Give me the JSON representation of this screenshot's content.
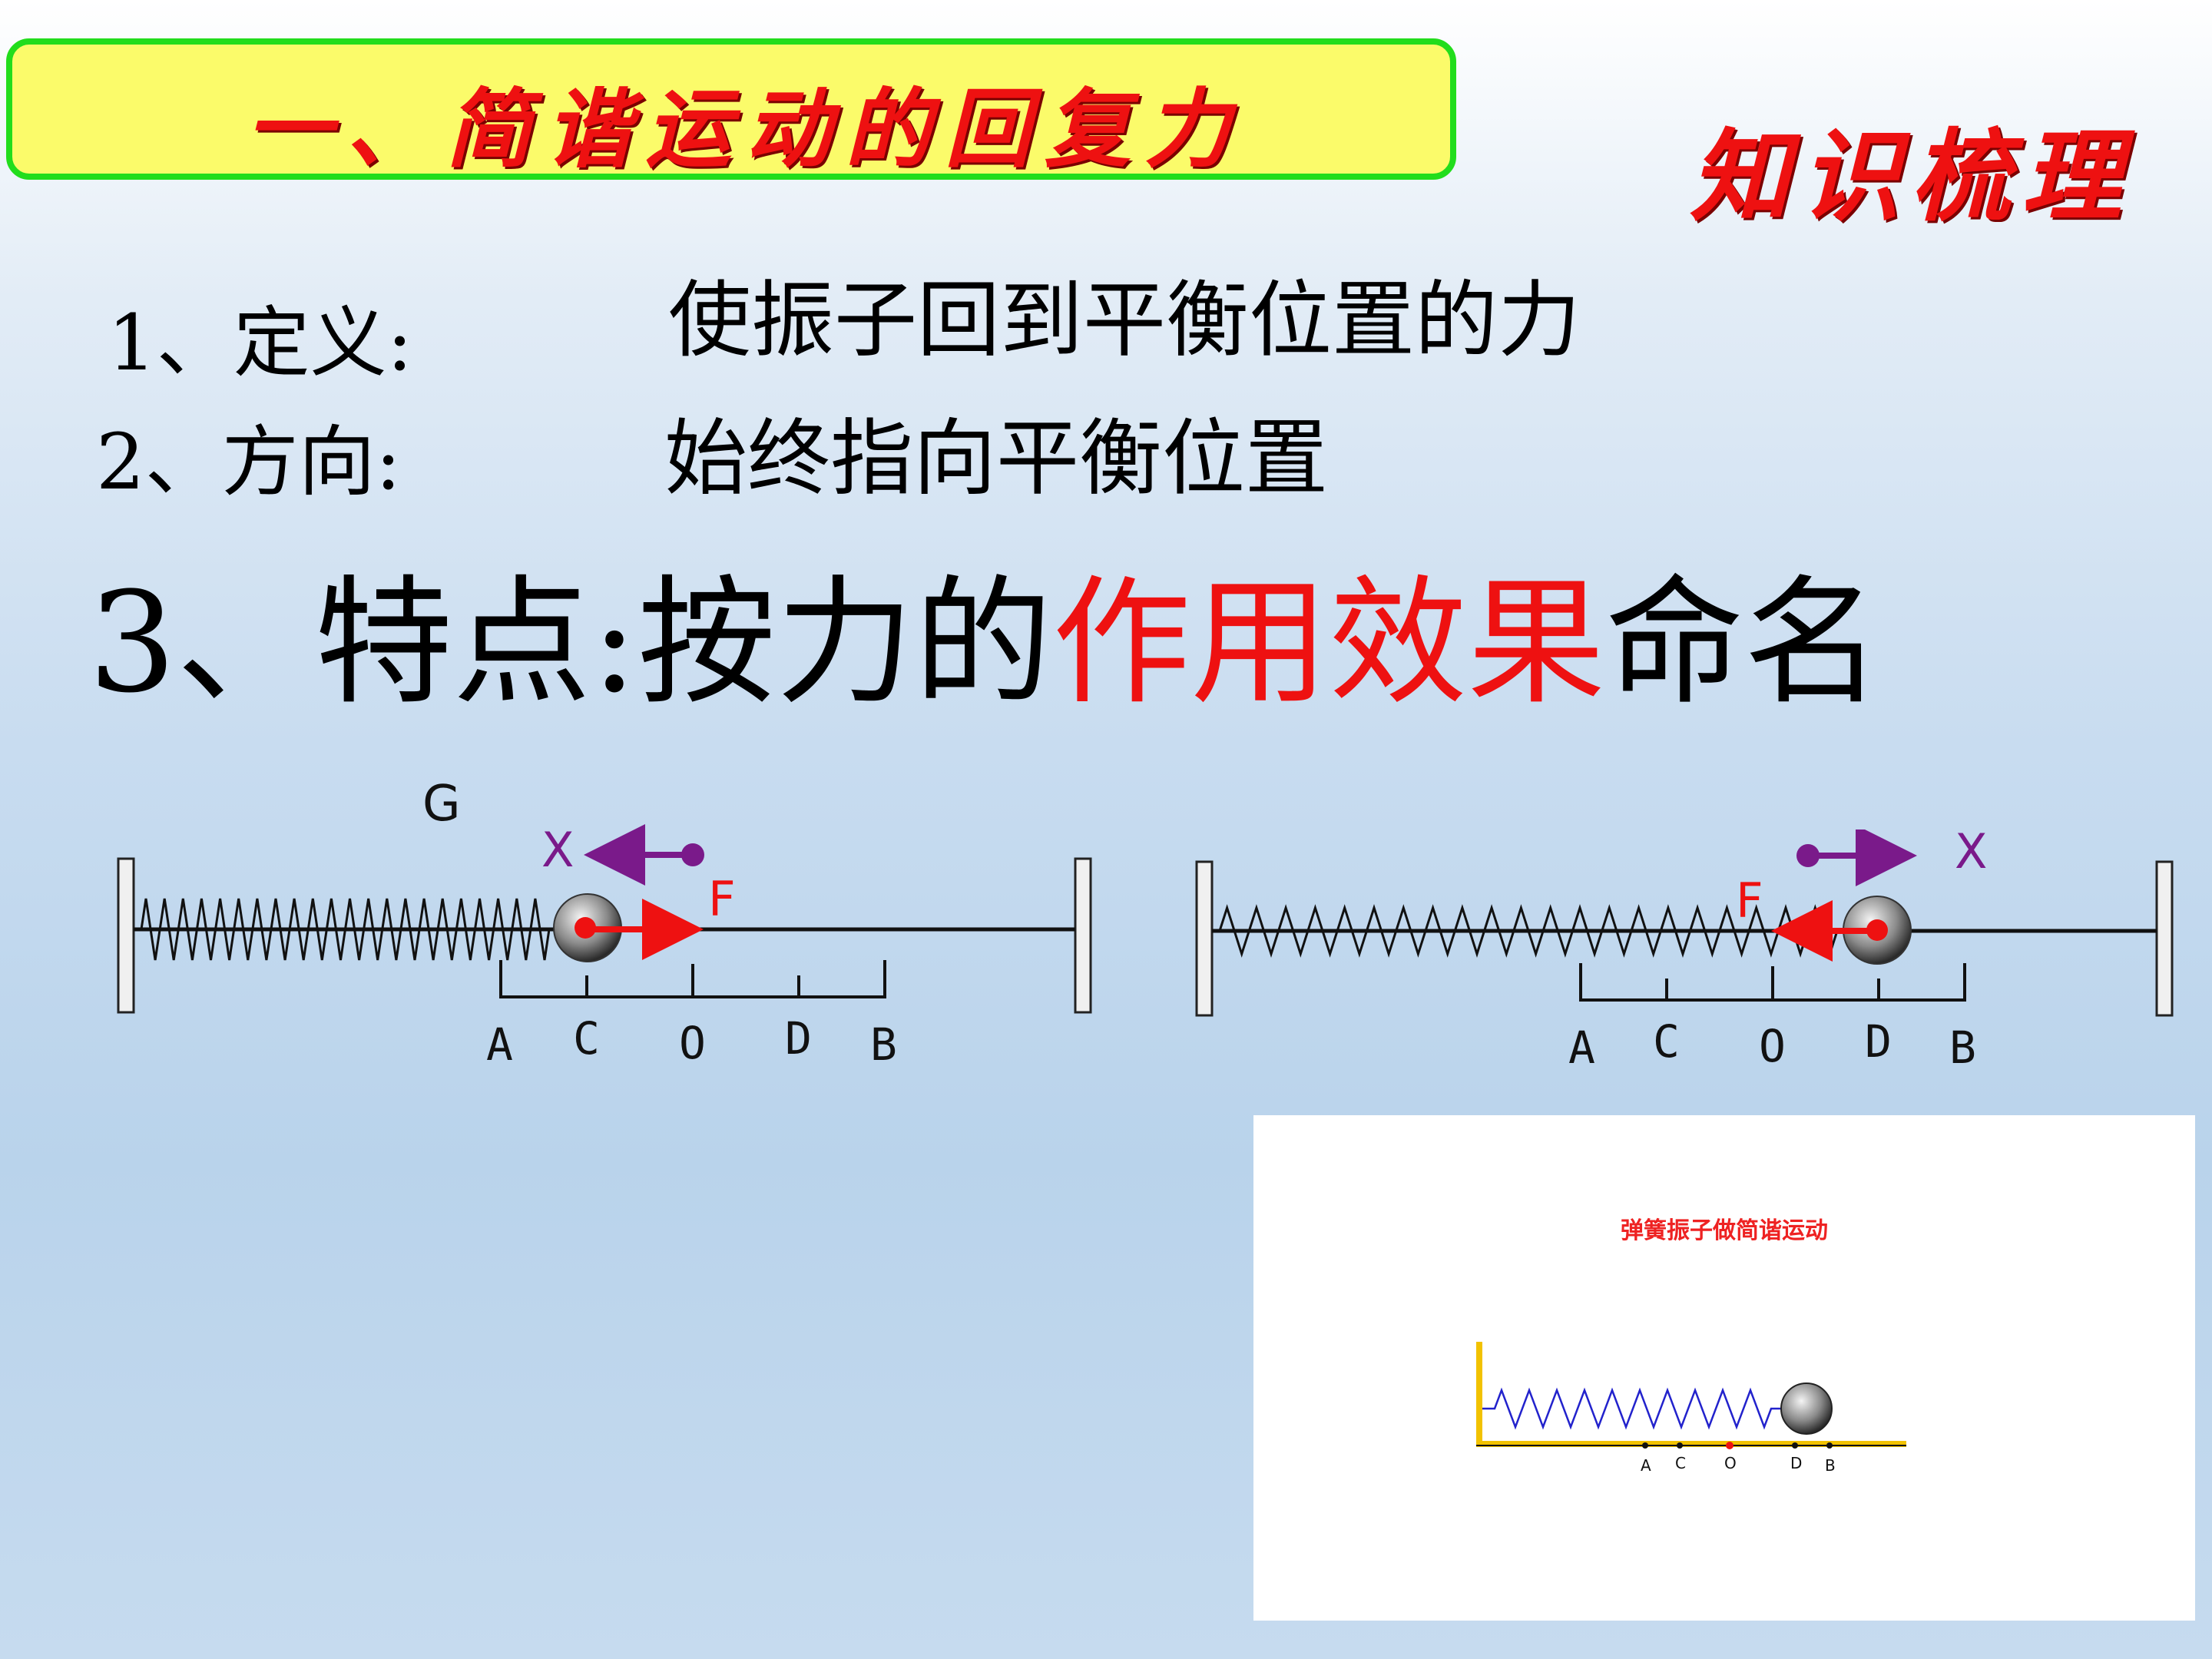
{
  "header": {
    "title": "一、简谐运动的回复力",
    "corner_label": "知识梳理"
  },
  "items": [
    {
      "label": "1、定义:",
      "value": "使振子回到平衡位置的力"
    },
    {
      "label": "2、方向:",
      "value": "始终指向平衡位置"
    },
    {
      "label": "3、特点:",
      "value_prefix": "按力的",
      "value_highlight": "作用效果",
      "value_suffix": "命名"
    }
  ],
  "diagram_left": {
    "top_label": "G",
    "displacement_label": "X",
    "force_label": "F",
    "ticks": [
      "A",
      "C",
      "O",
      "D",
      "B"
    ]
  },
  "diagram_right": {
    "displacement_label": "X",
    "force_label": "F",
    "ticks": [
      "A",
      "C",
      "O",
      "D",
      "B"
    ]
  },
  "animation": {
    "title": "弹簧振子做简谐运动",
    "ticks": [
      "A",
      "C",
      "O",
      "D",
      "B"
    ]
  },
  "colors": {
    "title_red": "#ee1111",
    "title_bg": "#fbfb6a",
    "title_border": "#22dd1c",
    "displacement": "#7a1a8a",
    "force": "#ee1111"
  }
}
